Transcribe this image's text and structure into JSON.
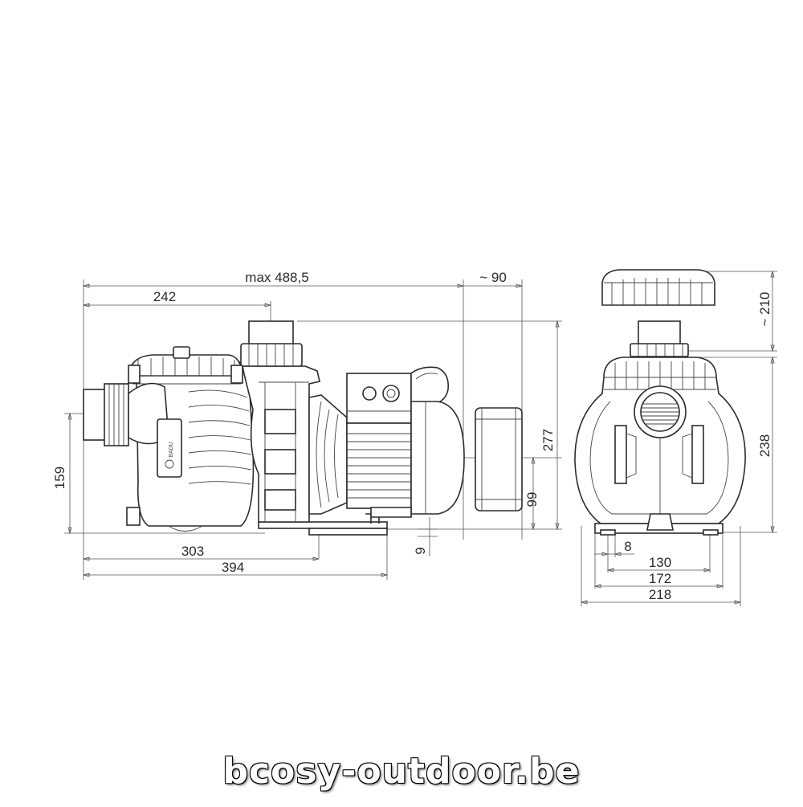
{
  "drawing": {
    "dimensions_side_view": {
      "max_length": "max 488,5",
      "motor_clearance": "~ 90",
      "suction_axis": "242",
      "height_total": "277",
      "suction_height": "159",
      "foot_height": "99",
      "base_thickness": "9",
      "foot_span": "303",
      "base_length": "394"
    },
    "dimensions_front_view": {
      "lid_clearance": "~ 210",
      "height": "238",
      "foot_inner": "8",
      "foot_spacing": "130",
      "base_width": "172",
      "total_width": "218"
    },
    "logo_text": "BADU"
  },
  "watermark": {
    "text": "bcosy-outdoor.be"
  }
}
